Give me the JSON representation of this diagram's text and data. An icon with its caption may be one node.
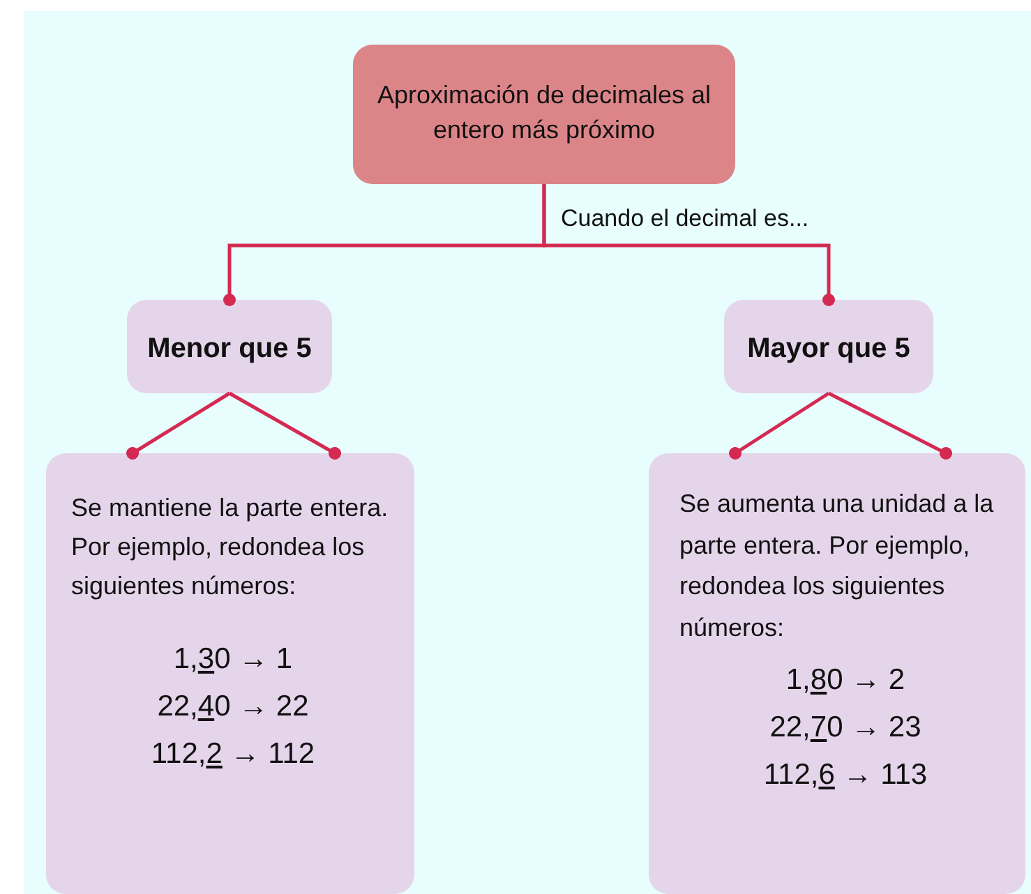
{
  "diagram": {
    "nodes": [
      {
        "text": [
          "Aproximación de decimales al entero más próximo"
        ]
      },
      {
        "text": [
          "Menor que 5"
        ]
      },
      {
        "text": [
          "Mayor que 5"
        ]
      },
      {
        "text": [
          "Se mantiene la parte entera. Por ejemplo, redondea los siguientes números:",
          "1,30 → 1",
          "22,40 → 22",
          "112,2 → 112"
        ]
      },
      {
        "text": [
          "Se aumenta una unidad a la parte entera. Por ejemplo, redondea los siguientes números:",
          "1,80 → 2",
          "22,70 → 23",
          "112,6 → 113"
        ]
      }
    ],
    "edges": [
      {
        "from": 0,
        "to": 1,
        "arrow": "other",
        "label": "Cuando el decimal es..."
      },
      {
        "from": 0,
        "to": 2,
        "arrow": "other"
      },
      {
        "from": 1,
        "to": 3,
        "arrow": "other"
      },
      {
        "from": 1,
        "to": 3,
        "arrow": "other"
      },
      {
        "from": 2,
        "to": 4,
        "arrow": "other"
      },
      {
        "from": 2,
        "to": 4,
        "arrow": "other"
      }
    ]
  }
}
